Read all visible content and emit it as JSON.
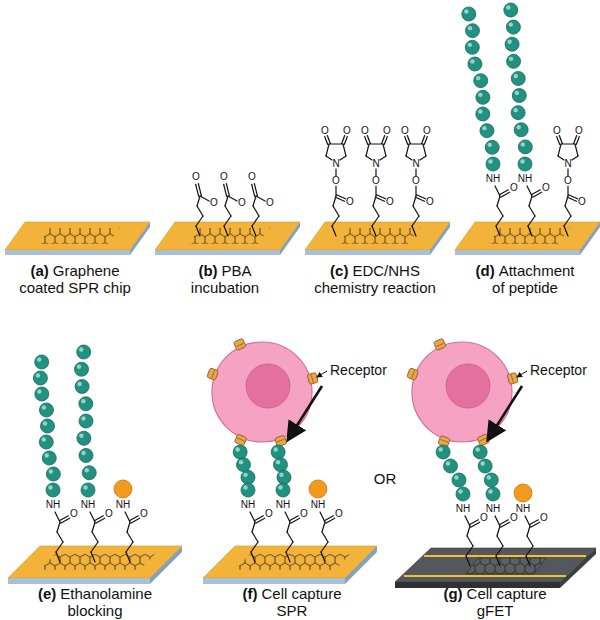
{
  "diagram": {
    "labels": [
      "(a)",
      "Graphene coated SPR chip",
      "(b)",
      "PBA incubation",
      "(c)",
      "EDC/NHS chemistry reaction",
      "(d)",
      "Attachment of peptide",
      "(e)",
      "Ethanolamine blocking",
      "(f)",
      "Cell capture SPR",
      "(g)",
      "Cell capture gFET",
      "Receptor",
      "Receptor",
      "OR",
      "O",
      "O",
      "O",
      "O",
      "O",
      "O",
      "O",
      "O",
      "N",
      "O",
      "O",
      "O",
      "O",
      "N",
      "O",
      "O",
      "O",
      "O",
      "N",
      "O",
      "O",
      "NH",
      "O",
      "NH",
      "O",
      "O",
      "O",
      "N",
      "O",
      "O",
      "NH",
      "O",
      "NH",
      "O",
      "NH",
      "O",
      "NH",
      "O",
      "NH",
      "O",
      "NH",
      "O",
      "NH",
      "O",
      "NH",
      "O",
      "NH",
      "O"
    ]
  }
}
